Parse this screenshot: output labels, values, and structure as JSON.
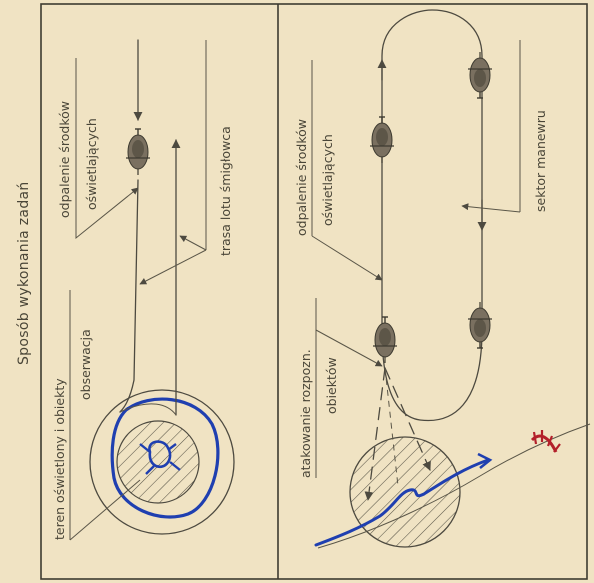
{
  "page": {
    "title": "Sposób wykonania zadań"
  },
  "left_panel": {
    "label_flare_firing_line1": "odpalenie środków",
    "label_flare_firing_line2": "oświetlających",
    "label_flight_path": "trasa lotu śmigłowca",
    "label_area_line1": "teren oświetlony i obiekty",
    "label_area_line2": "obserwacja"
  },
  "right_panel": {
    "label_flare_firing_line1": "odpalenie środków",
    "label_flare_firing_line2": "oświetlających",
    "label_maneuver_sector": "sektor manewru",
    "label_attack_line1": "atakowanie rozpozn.",
    "label_attack_line2": "obiektów"
  },
  "colors": {
    "paper": "#f0e3c3",
    "pencil": "#4d4a40",
    "marker_blue": "#1f3fb0",
    "marker_red": "#b3202a",
    "helicopter": "#7a7060"
  },
  "icons": [
    "helicopter-icon",
    "target-mark-icon",
    "enemy-position-icon"
  ]
}
